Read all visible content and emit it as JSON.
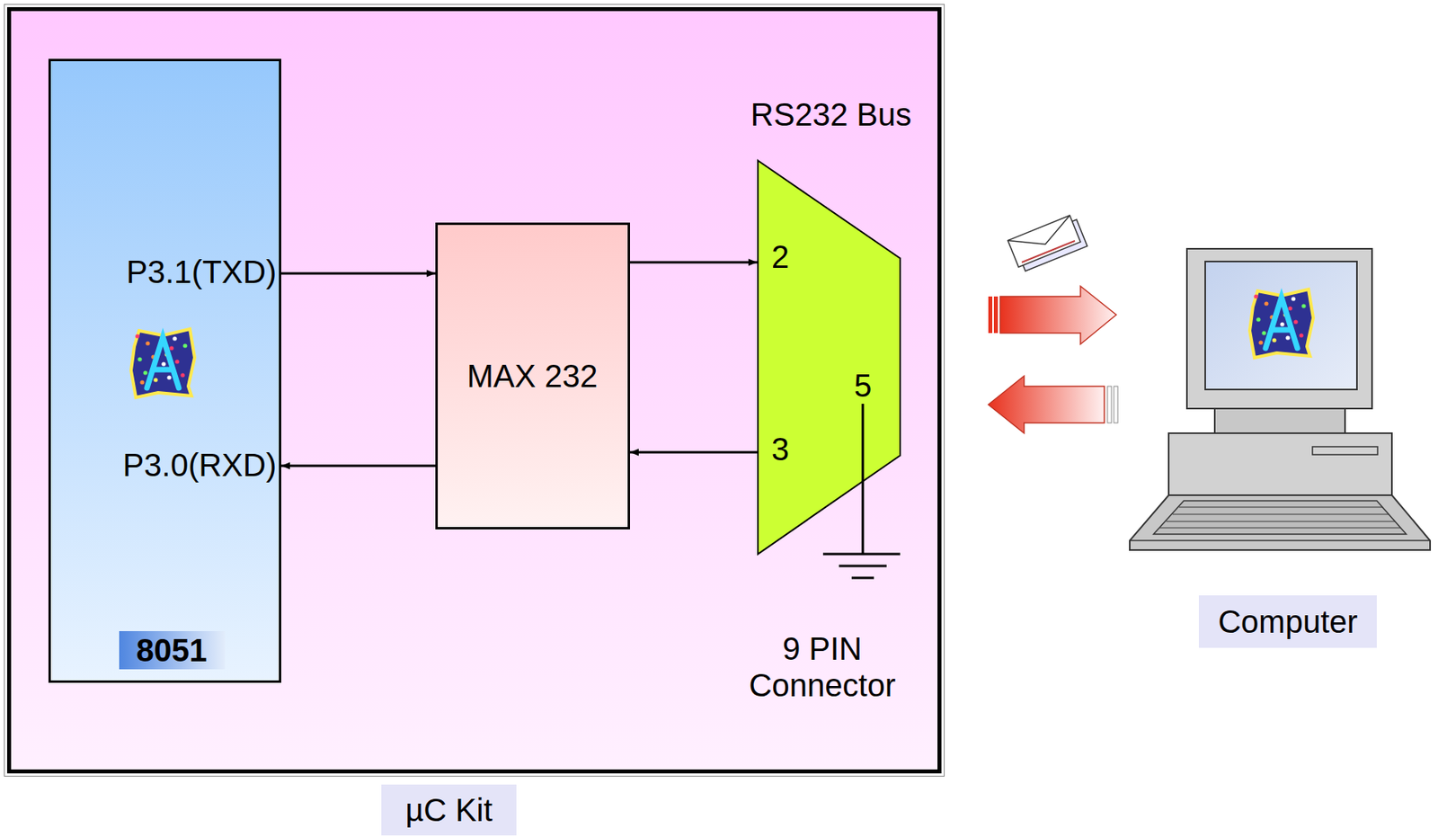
{
  "diagram": {
    "nodes": [
      {
        "text": [
          "µC Kit"
        ]
      },
      {
        "text": [
          "P3.1(TXD)",
          "P3.0(RXD)"
        ],
        "in": 0
      },
      {
        "text": [
          "8051"
        ],
        "in": 1
      },
      {
        "text": [
          "MAX 232"
        ],
        "in": 0
      },
      {
        "text": [
          "RS232 Bus",
          "2",
          "3",
          "5",
          "9 PIN Connector"
        ],
        "in": 0
      },
      {
        "text": [
          "Computer"
        ]
      }
    ],
    "edges": [
      {
        "from": 1,
        "to": 3,
        "arrow": "to"
      },
      {
        "from": 3,
        "to": 1,
        "arrow": "to"
      },
      {
        "from": 3,
        "to": 4,
        "arrow": "to"
      },
      {
        "from": 4,
        "to": 3,
        "arrow": "to"
      }
    ]
  }
}
